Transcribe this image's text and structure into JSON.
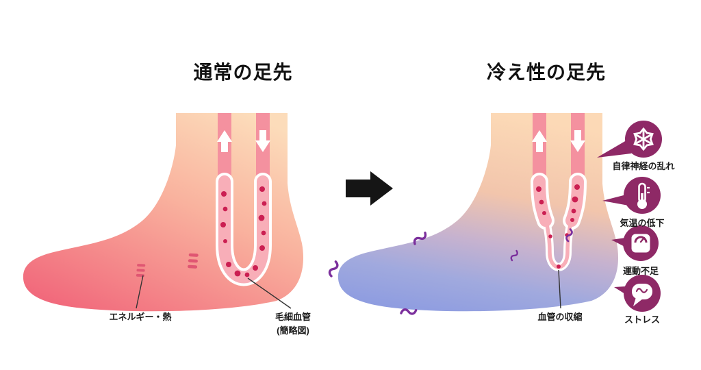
{
  "titles": {
    "left": "通常の足先",
    "right": "冷え性の足先"
  },
  "normal_foot": {
    "label_energy": "エネルギー・熱",
    "label_capillary_line1": "毛細血管",
    "label_capillary_line2": "(簡略図)"
  },
  "cold_foot": {
    "label_constriction": "血管の収縮"
  },
  "causes": [
    {
      "icon": "snowflake-icon",
      "label": "自律神経の乱れ"
    },
    {
      "icon": "thermometer-icon",
      "label": "気温の低下"
    },
    {
      "icon": "scale-icon",
      "label": "運動不足"
    },
    {
      "icon": "speech-bubble-icon",
      "label": "ストレス"
    }
  ],
  "colors": {
    "warm_top": "#fcdcba",
    "warm_bottom": "#f1687b",
    "cold_bottom": "#8f9de0",
    "vessel_pink": "#f4919f",
    "vessel_light": "#f8aeb8",
    "blood_dot": "#cb1f52",
    "cause_purple": "#8e2966",
    "shiver_purple": "#7b2f9c",
    "transition_arrow": "#151515"
  }
}
